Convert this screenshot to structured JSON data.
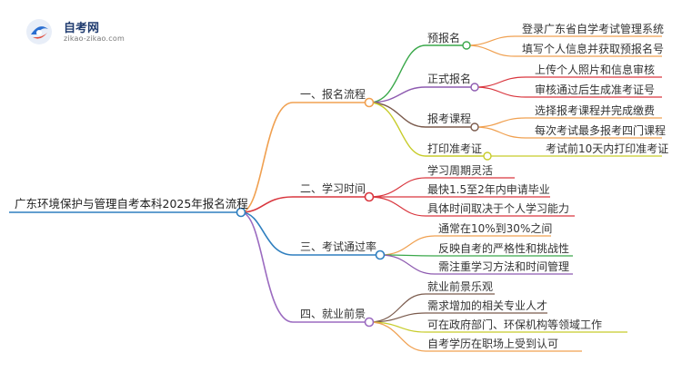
{
  "logo": {
    "title": "自考网",
    "subtitle": "zikao-zikao.com"
  },
  "mindmap": {
    "root": "广东环境保护与管理自考本科2025年报名流程",
    "branches": [
      {
        "label": "一、报名流程",
        "color": "#f0a050",
        "children": [
          {
            "label": "预报名",
            "color": "#3aa84a",
            "children": [
              "登录广东省自学考试管理系统",
              "填写个人信息并获取预报名号"
            ]
          },
          {
            "label": "正式报名",
            "color": "#8e5bb0",
            "children": [
              "上传个人照片和信息审核",
              "审核通过后生成准考证号"
            ]
          },
          {
            "label": "报考课程",
            "color": "#7a5a4c",
            "children": [
              "选择报考课程并完成缴费",
              "每次考试最多报考四门课程"
            ]
          },
          {
            "label": "打印准考证",
            "color": "#c7cc2a",
            "children": [
              "考试前10天内打印准考证"
            ]
          }
        ]
      },
      {
        "label": "二、学习时间",
        "color": "#d9363e",
        "children": [
          "学习周期灵活",
          "最快1.5至2年内申请毕业",
          "具体时间取决于个人学习能力"
        ]
      },
      {
        "label": "三、考试通过率",
        "color": "#2f7fbf",
        "children": [
          "通常在10%到30%之间",
          "反映自考的严格性和挑战性",
          "需注重学习方法和时间管理"
        ]
      },
      {
        "label": "四、就业前景",
        "color": "#9b6bc0",
        "children": [
          "就业前景乐观",
          "需求增加的相关专业人才",
          "可在政府部门、环保机构等领域工作",
          "自考学历在职场上受到认可"
        ]
      }
    ]
  }
}
